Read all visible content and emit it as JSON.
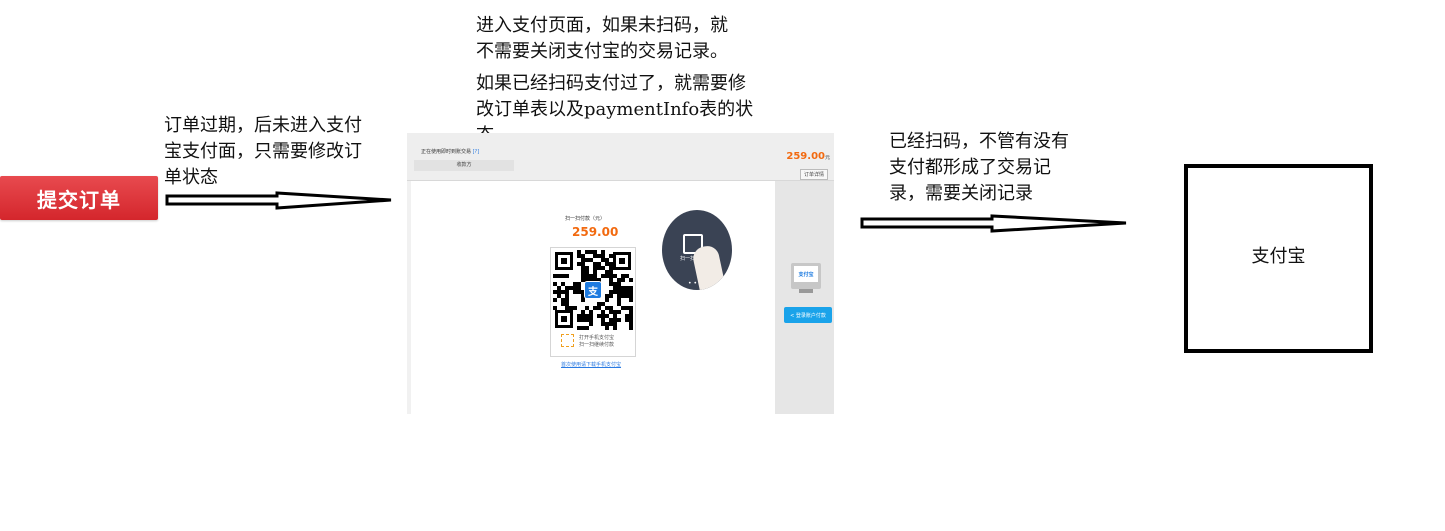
{
  "submit_button": {
    "label": "提交订单"
  },
  "notes": {
    "expired": [
      "订单过期，后未进入支付",
      "宝支付面，只需要修改订",
      "单状态"
    ],
    "unscanned": [
      "进入支付页面，如果未扫码，就",
      "不需要关闭支付宝的交易记录。"
    ],
    "scanned_paid": [
      "如果已经扫码支付过了，就需要修",
      "改订单表以及paymentInfo表的状",
      "态"
    ],
    "scanned": [
      "已经扫码，不管有没有",
      "支付都形成了交易记",
      "录，需要关闭记录"
    ]
  },
  "payment_page": {
    "using_label": "正在使用即时到账交易",
    "help_mark": "[?]",
    "receiver_label": "收款方",
    "amount": "259.00",
    "amount_unit": "元",
    "order_detail": "订单详情",
    "scan_label": "扫一扫付款（元）",
    "scan_amount": "259.00",
    "qr_badge": "支",
    "hint_line1": "打开手机支付宝",
    "hint_line2": "扫一扫继续付款",
    "first_use_link": "首次使用请下载手机支付宝",
    "phone_scan_text": "扫一扫",
    "monitor_brand": "支付宝",
    "login_button": "< 登录账户付款",
    "accent_color": "#f26a10",
    "brand_color": "#1e7be0"
  },
  "alipay_box": {
    "label": "支付宝"
  }
}
